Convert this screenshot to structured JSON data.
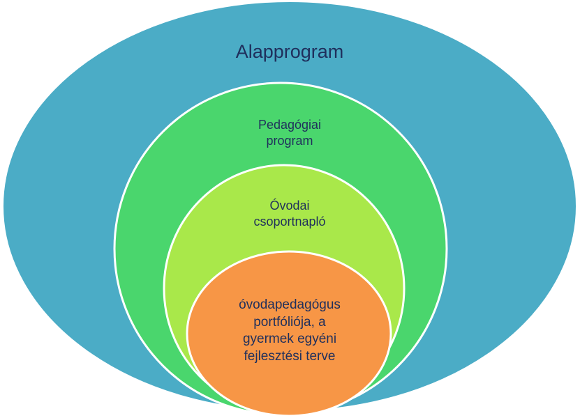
{
  "diagram": {
    "type": "nested-circles",
    "levels": [
      {
        "id": "outer",
        "lines": [
          "Alapprogram"
        ],
        "color": "#4bacc6"
      },
      {
        "id": "middle",
        "lines": [
          "Pedagógiai",
          "program"
        ],
        "color": "#4ad66d"
      },
      {
        "id": "inner",
        "lines": [
          "Óvodai",
          "csoportnapló"
        ],
        "color": "#a9e84a"
      },
      {
        "id": "core",
        "lines": [
          "óvodapedagógus",
          "portfóliója, a",
          "gyermek egyéni",
          "fejlesztési terve"
        ],
        "color": "#f79646"
      }
    ],
    "text_color": "#1f2f5c",
    "border_color": "#ffffff"
  }
}
